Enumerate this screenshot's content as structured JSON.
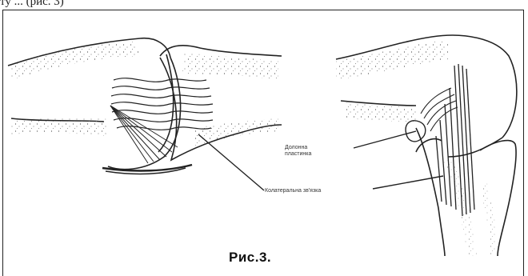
{
  "header": {
    "partial_text": "ту   ...   (рис. 3)"
  },
  "figure": {
    "labels": {
      "palmar_plate_line1": "Долонна",
      "palmar_plate_line2": "пластинка",
      "collateral_ligament": "Колатеральна зв'язка"
    },
    "caption": "Рис.3."
  }
}
